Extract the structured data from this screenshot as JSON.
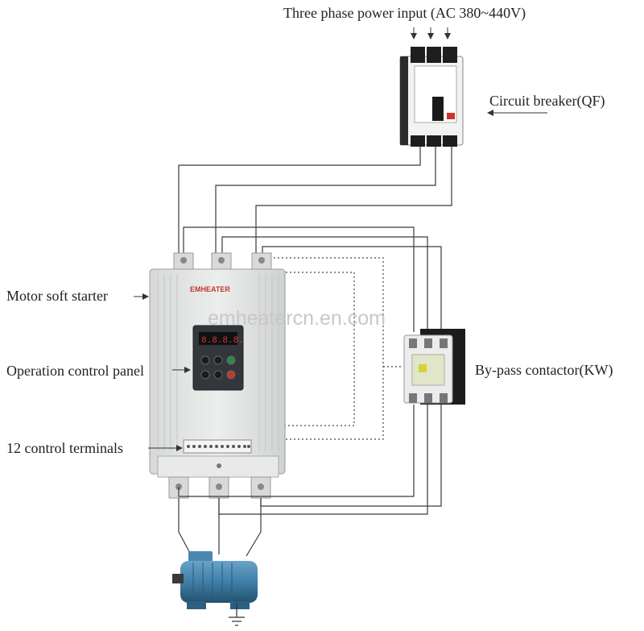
{
  "labels": {
    "power_input": "Three phase power input (AC 380~440V)",
    "circuit_breaker": "Circuit breaker(QF)",
    "soft_starter": "Motor soft starter",
    "control_panel": "Operation control panel",
    "control_terminals": "12 control terminals",
    "bypass_contactor": "By-pass contactor(KW)"
  },
  "brand": "EMHEATER",
  "watermark": "emheatercn.en.com",
  "display_readout": "8.8.8.8.",
  "colors": {
    "wire": "#3a3a3a",
    "device_body": "#e4e6e5",
    "panel_face": "#33363a",
    "brand_red": "#c0392b",
    "motor": "#3f7fa8"
  }
}
